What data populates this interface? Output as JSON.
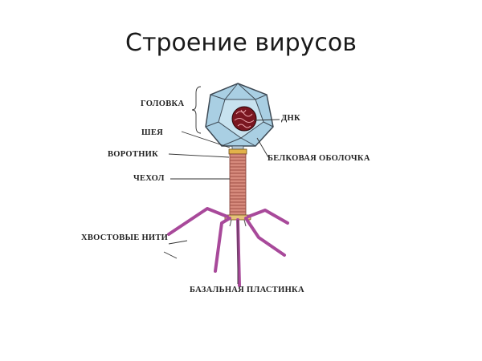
{
  "slide": {
    "title": "Строение вирусов"
  },
  "labels": {
    "head": "ГОЛОВКА",
    "neck": "ШЕЯ",
    "collar": "ВОРОТНИК",
    "sheath": "ЧЕХОЛ",
    "tail_fibers": "ХВОСТОВЫЕ НИТИ",
    "dna": "ДНК",
    "protein_coat": "БЕЛКОВАЯ ОБОЛОЧКА",
    "base_plate": "БАЗАЛЬНАЯ ПЛАСТИНКА"
  },
  "colors": {
    "capsid_fill": "#a9cfe3",
    "capsid_stroke": "#3e4a55",
    "dna_fill": "#7a1620",
    "sheath": "#d68a7c",
    "sheath_stripe": "#9e4e45",
    "collar": "#e2b24a",
    "fibers": "#a8499a"
  }
}
